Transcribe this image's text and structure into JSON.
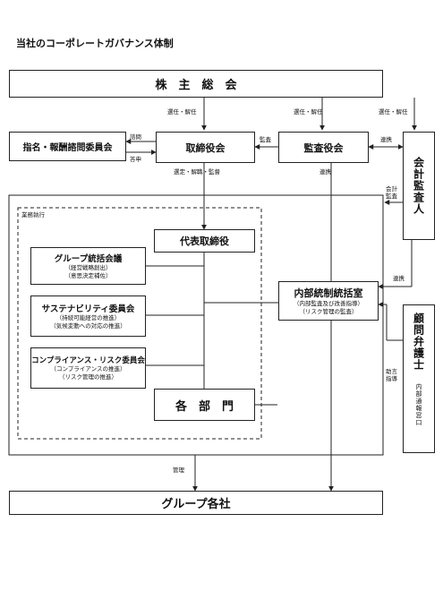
{
  "title": "当社のコーポレートガバナンス体制",
  "shareholders": "株　主　総　会",
  "nomination_committee": "指名・報酬諮問委員会",
  "board": "取締役会",
  "audit_board": "監査役会",
  "accounting_auditor": "会計監査人",
  "execution_area": "業務執行",
  "representative_director": "代表取締役",
  "committees": [
    {
      "name": "グループ統括会議",
      "notes": [
        "（経営戦略創出）",
        "（意思決定補佐）"
      ]
    },
    {
      "name": "サステナビリティ委員会",
      "notes": [
        "（持続可能経営の推進）",
        "（気候変動への対応の推進）"
      ]
    },
    {
      "name": "コンプライアンス・リスク委員会",
      "notes": [
        "（コンプライアンスの推進）",
        "（リスク管理の推進）"
      ]
    }
  ],
  "internal_control": {
    "name": "内部統制統括室",
    "notes": [
      "（内部監査及び改善指導）",
      "（リスク管理の監査）"
    ]
  },
  "departments": "各　部　門",
  "legal_advisor": {
    "name": "顧問弁護士",
    "note": "内部通報窓口"
  },
  "group_companies": "グループ各社",
  "labels": {
    "appoint_dismiss": "選任・解任",
    "consult": "諮問",
    "report": "答申",
    "audit": "監査",
    "cooperation": "連携",
    "select_dismiss_supervise": "選定・解職・監督",
    "accounting_audit": "会計監査",
    "advice_guidance": "助言指導",
    "management": "管理"
  }
}
